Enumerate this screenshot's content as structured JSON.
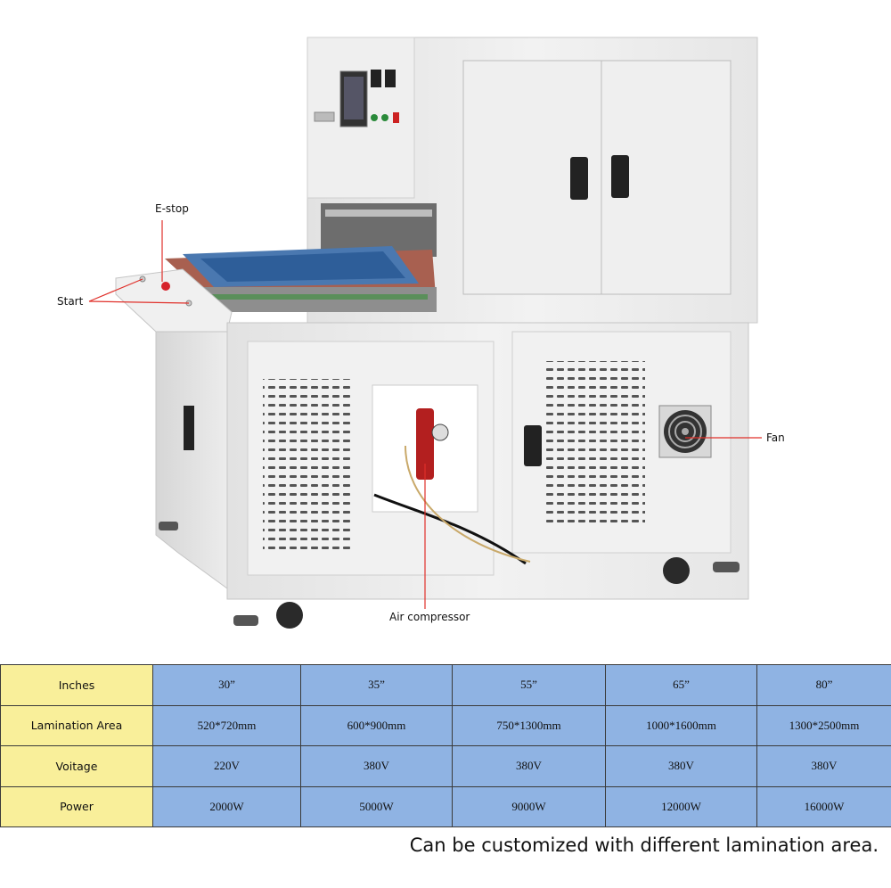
{
  "callouts": {
    "estop": "E-stop",
    "start": "Start",
    "fan": "Fan",
    "air_compressor": "Air compressor"
  },
  "table": {
    "rows": [
      {
        "label": "Inches",
        "values": [
          "30”",
          "35”",
          "55”",
          "65”",
          "80”"
        ]
      },
      {
        "label": "Lamination Area",
        "values": [
          "520*720mm",
          "600*900mm",
          "750*1300mm",
          "1000*1600mm",
          "1300*2500mm"
        ]
      },
      {
        "label": "Voitage",
        "values": [
          "220V",
          "380V",
          "380V",
          "380V",
          "380V"
        ]
      },
      {
        "label": "Power",
        "values": [
          "2000W",
          "5000W",
          "9000W",
          "12000W",
          "16000W"
        ]
      }
    ]
  },
  "footnote": "Can be customized with different lamination area.",
  "colors": {
    "label_cell": "#f9ef9a",
    "value_cell": "#8fb3e3",
    "callout_line": "#e0302a",
    "machine_body": "#eeeeee"
  }
}
